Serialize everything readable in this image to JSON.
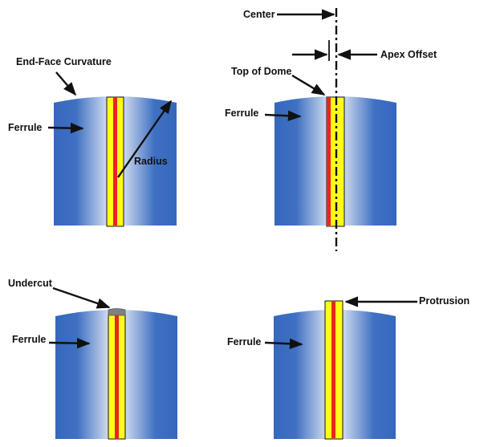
{
  "labels": {
    "end_face_curvature": "End-Face Curvature",
    "ferrule": "Ferrule",
    "radius": "Radius",
    "center": "Center",
    "apex_offset": "Apex Offset",
    "top_of_dome": "Top of Dome",
    "undercut": "Undercut",
    "protrusion": "Protrusion"
  },
  "colors": {
    "ferrule_edge": "#3568bd",
    "ferrule_center": "#f4f6fb",
    "fiber_cladding": "#fffc1a",
    "fiber_core": "#e8251e",
    "undercut_fill": "#808080",
    "line": "#111111"
  }
}
